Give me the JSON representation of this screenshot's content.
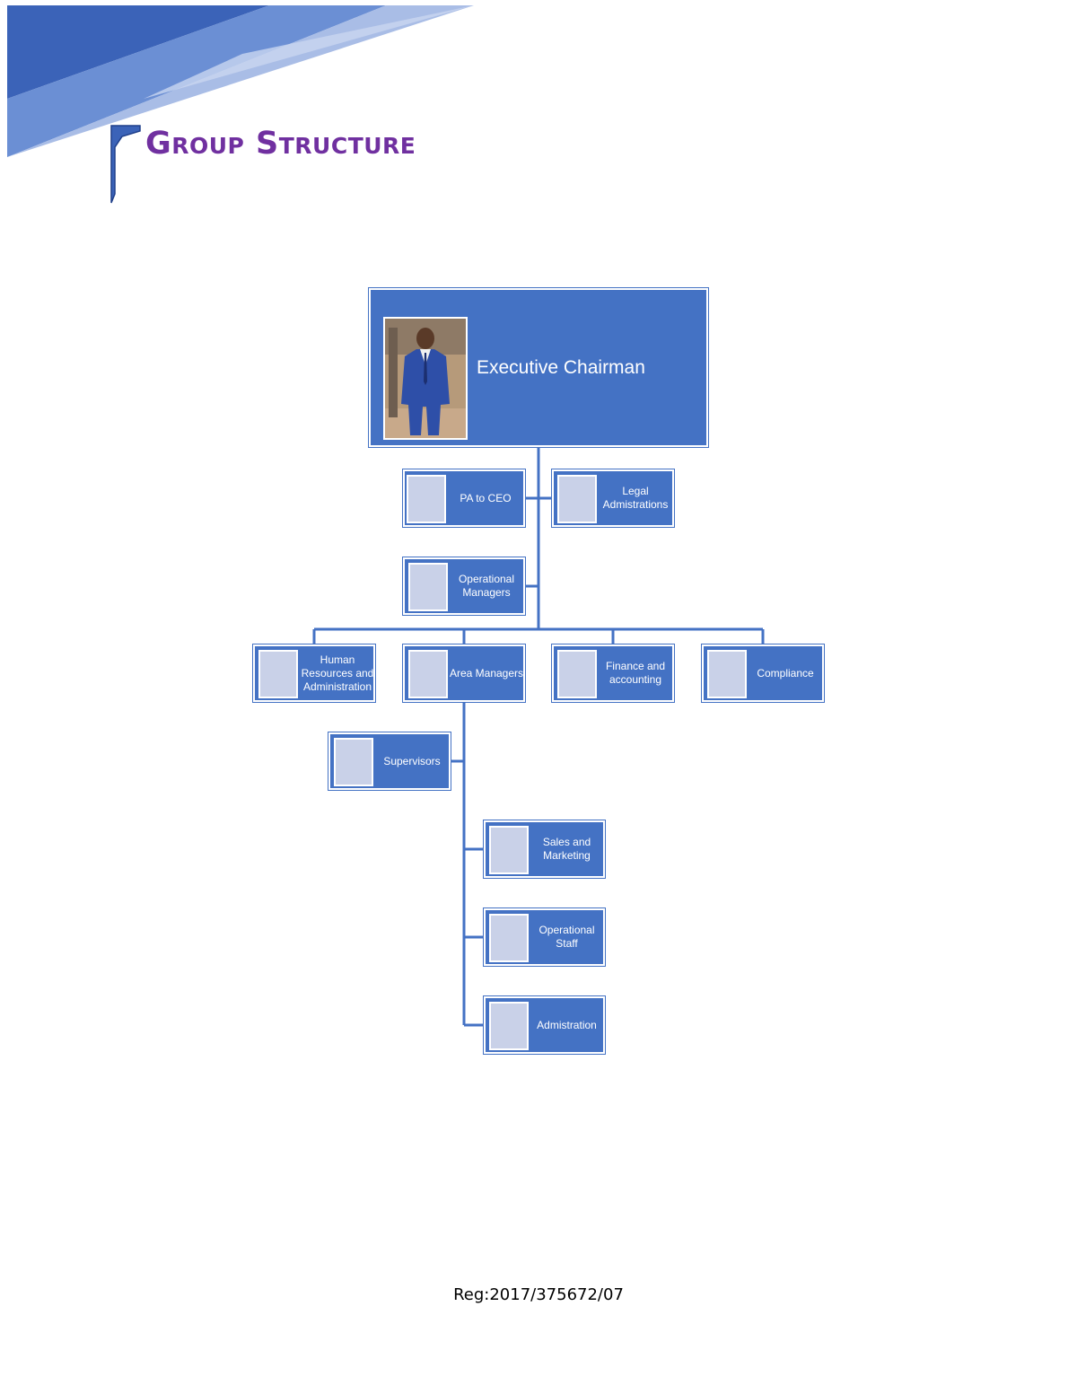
{
  "header": {
    "title": "Group Structure"
  },
  "colors": {
    "box": "#4472C4",
    "title": "#7030A0",
    "placeholder": "#C9D1E8",
    "line": "#4472C4"
  },
  "org_chart": {
    "root": {
      "label": "Executive Chairman",
      "photo": "person-in-blue-suit"
    },
    "assistants": [
      {
        "id": "pa",
        "label": "PA to CEO"
      },
      {
        "id": "legal",
        "label": "Legal Admistrations"
      },
      {
        "id": "opmgr",
        "label": "Operational Managers"
      }
    ],
    "departments": [
      {
        "id": "hr",
        "label": "Human Resources and Administration"
      },
      {
        "id": "area",
        "label": "Area Managers"
      },
      {
        "id": "finance",
        "label": "Finance and accounting"
      },
      {
        "id": "compliance",
        "label": "Compliance"
      }
    ],
    "area_managers_assistant": {
      "id": "supervisors",
      "label": "Supervisors"
    },
    "area_managers_reports": [
      {
        "id": "sales",
        "label": "Sales and Marketing"
      },
      {
        "id": "opstaff",
        "label": "Operational Staff"
      },
      {
        "id": "admin",
        "label": "Admistration"
      }
    ]
  },
  "footer": {
    "registration": "Reg:2017/375672/07"
  }
}
